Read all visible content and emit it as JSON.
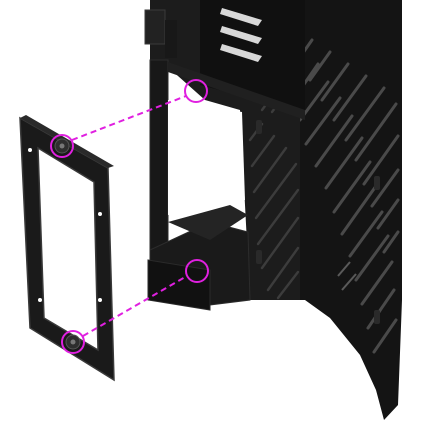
{
  "illustration": {
    "subject": "case-psu-bracket-installation",
    "colors": {
      "background": "#ffffff",
      "case_body": "#141414",
      "case_shade": "#1e1e1e",
      "case_edge": "#2c2c2c",
      "mesh_slot": "#4a4a4a",
      "bracket": "#1a1a1a",
      "bracket_edge": "#3a3a3a",
      "screw": "#2e2e2e",
      "highlight": "#e020e0"
    },
    "callouts": {
      "top": {
        "screw_hole": "bracket-top-screw",
        "case_hole": "case-upper-screw-hole"
      },
      "bottom": {
        "screw_hole": "bracket-bottom-screw",
        "case_hole": "case-lower-screw-hole"
      }
    }
  }
}
